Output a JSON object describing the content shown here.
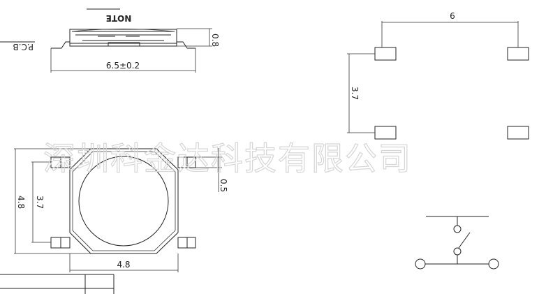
{
  "side_view": {
    "note_label": "NOTE",
    "pcb_label": "P.C.B",
    "width_dim": "6.5±0.2",
    "height_dim": "0.8"
  },
  "top_view": {
    "height_dim": "4.8",
    "pad_pitch_dim": "3.7",
    "width_dim": "4.8",
    "pad_width_dim": "0.5"
  },
  "footprint": {
    "x_dim": "6",
    "y_dim": "3.7"
  },
  "watermark": "深圳科金达科技有限公司"
}
